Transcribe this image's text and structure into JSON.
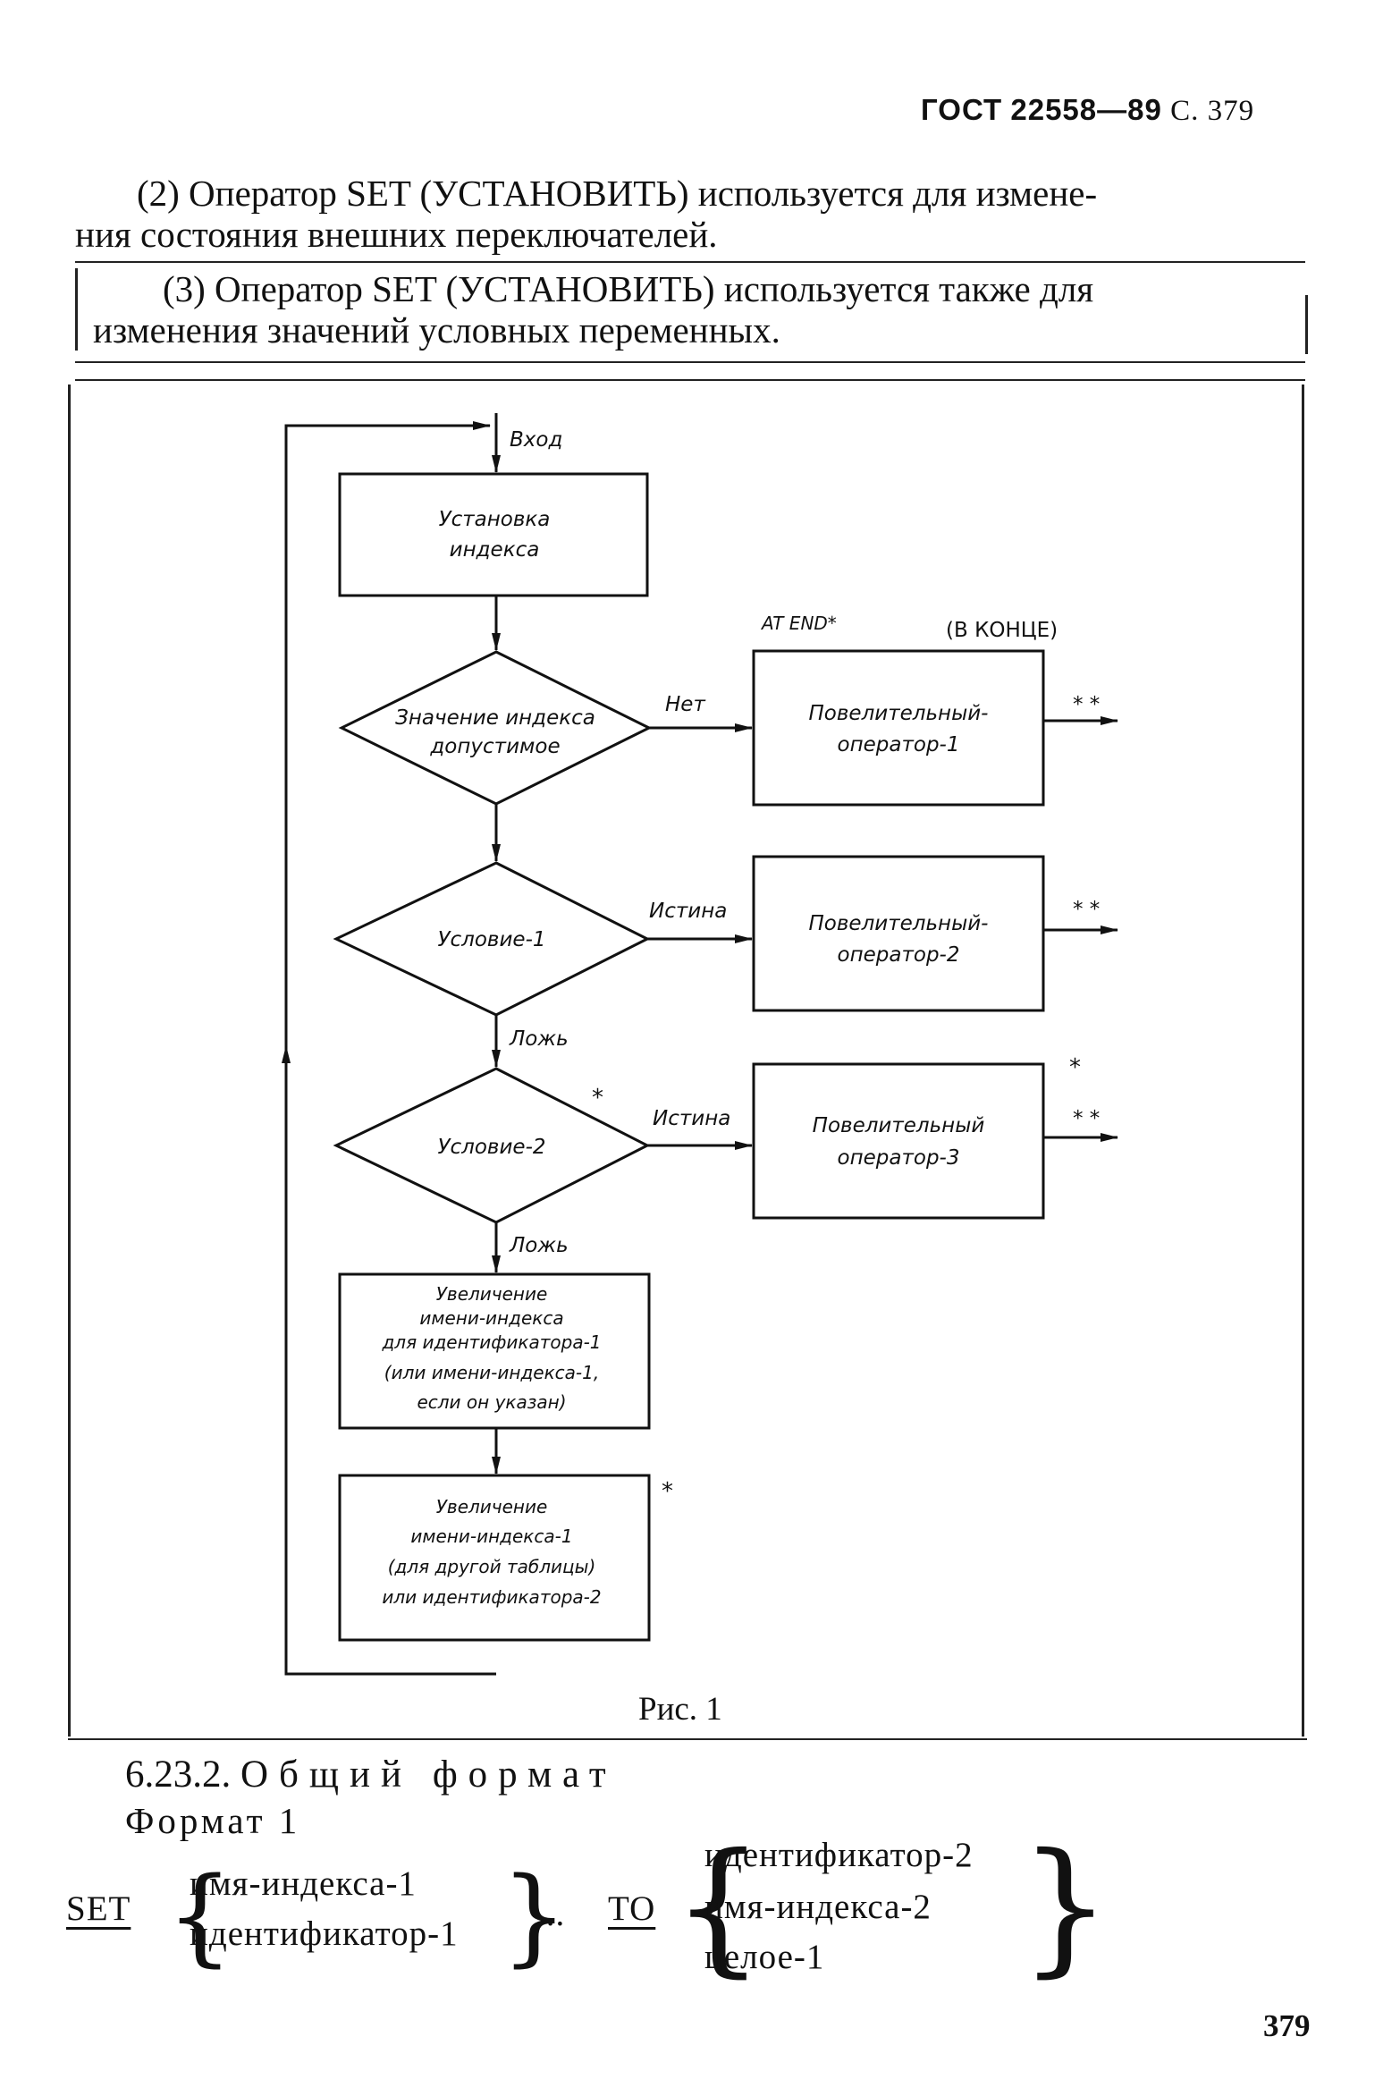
{
  "header": {
    "standard": "ГОСТ",
    "number": "22558—89",
    "page_ref": "С. 379"
  },
  "para2": {
    "line1": "(2) Оператор SET (УСТАНОВИТЬ) используется для измене-",
    "line2": "ния состояния внешних переключателей."
  },
  "para3": {
    "line1": "(3) Оператор SET (УСТАНОВИТЬ) используется также для",
    "line2": "изменения значений условных переменных."
  },
  "flowchart": {
    "entry": "Вход",
    "set_index": [
      "Установка",
      "индекса"
    ],
    "at_end": "AT END*",
    "at_end_ru": "(В КОНЦЕ)",
    "decision_valid": [
      "Значение индекса",
      "допустимое"
    ],
    "no": "Нет",
    "op1": [
      "Повелительный-",
      "оператор-1"
    ],
    "cond1": "Условие-1",
    "true1": "Истина",
    "op2": [
      "Повелительный-",
      "оператор-2"
    ],
    "false1": "Ложь",
    "cond2": "Условие-2",
    "true2": "Истина",
    "op3": [
      "Повелительный",
      "оператор-3"
    ],
    "false2": "Ложь",
    "increment1": [
      "Увеличение",
      "имени-индекса",
      "для идентификатора-1",
      "(или имени-индекса-1,",
      "если он указан)"
    ],
    "increment2": [
      "Увеличение",
      "имени-индекса-1",
      "(для другой таблицы)",
      "или идентификатора-2"
    ],
    "star": "*",
    "double_star": "* *"
  },
  "caption": "Рис. 1",
  "section": {
    "number": "6.23.2.",
    "title": "Общий формат"
  },
  "format_label": "Формат 1",
  "syntax": {
    "kw_set": "SET",
    "left_options": [
      "имя-индекса-1",
      "идентификатор-1"
    ],
    "ellipsis": "...",
    "kw_to": "TO",
    "right_options": [
      "идентификатор-2",
      "имя-индекса-2",
      "целое-1"
    ]
  },
  "page_number": "379"
}
